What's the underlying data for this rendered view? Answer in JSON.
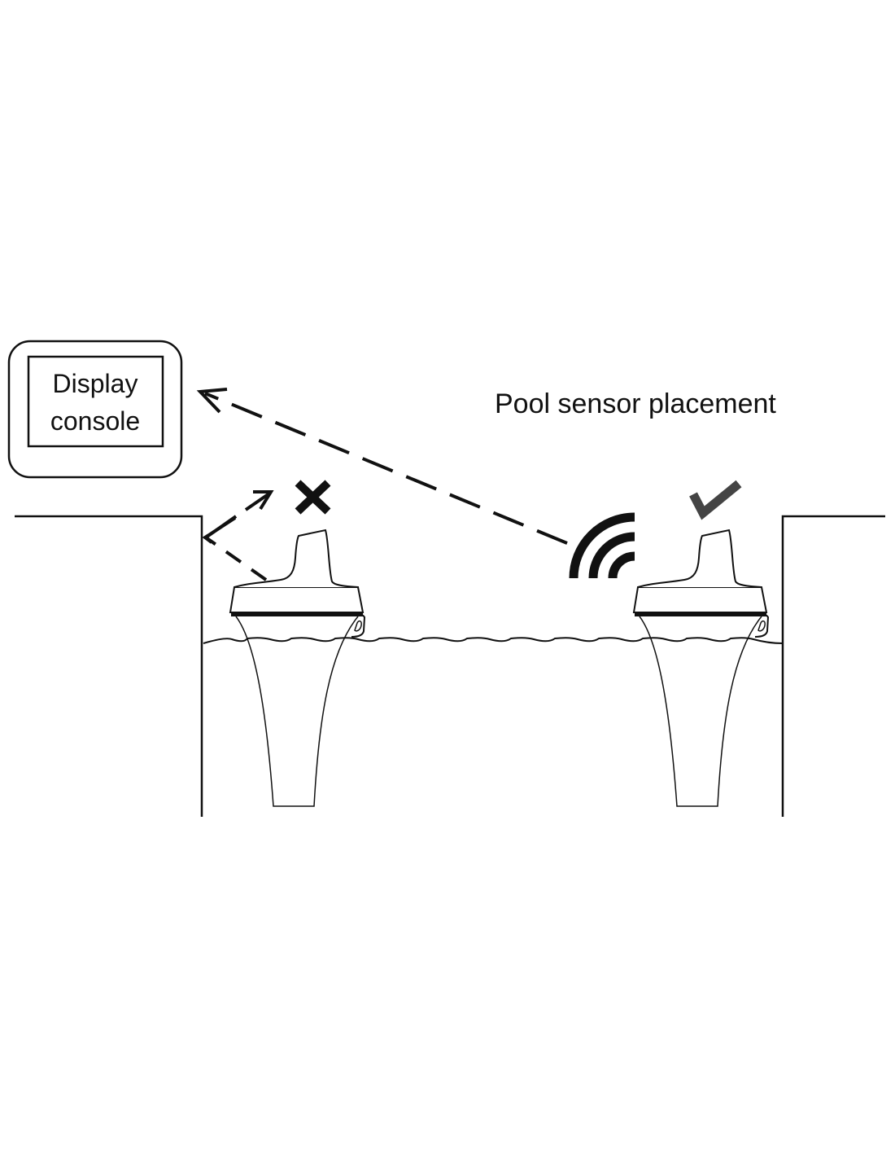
{
  "title": "Pool sensor placement",
  "console": {
    "line1": "Display",
    "line2": "console"
  },
  "markers": {
    "wrong": "cross-mark",
    "right": "check-mark"
  },
  "colors": {
    "line": "#111111",
    "check": "#444444",
    "background": "#ffffff"
  }
}
